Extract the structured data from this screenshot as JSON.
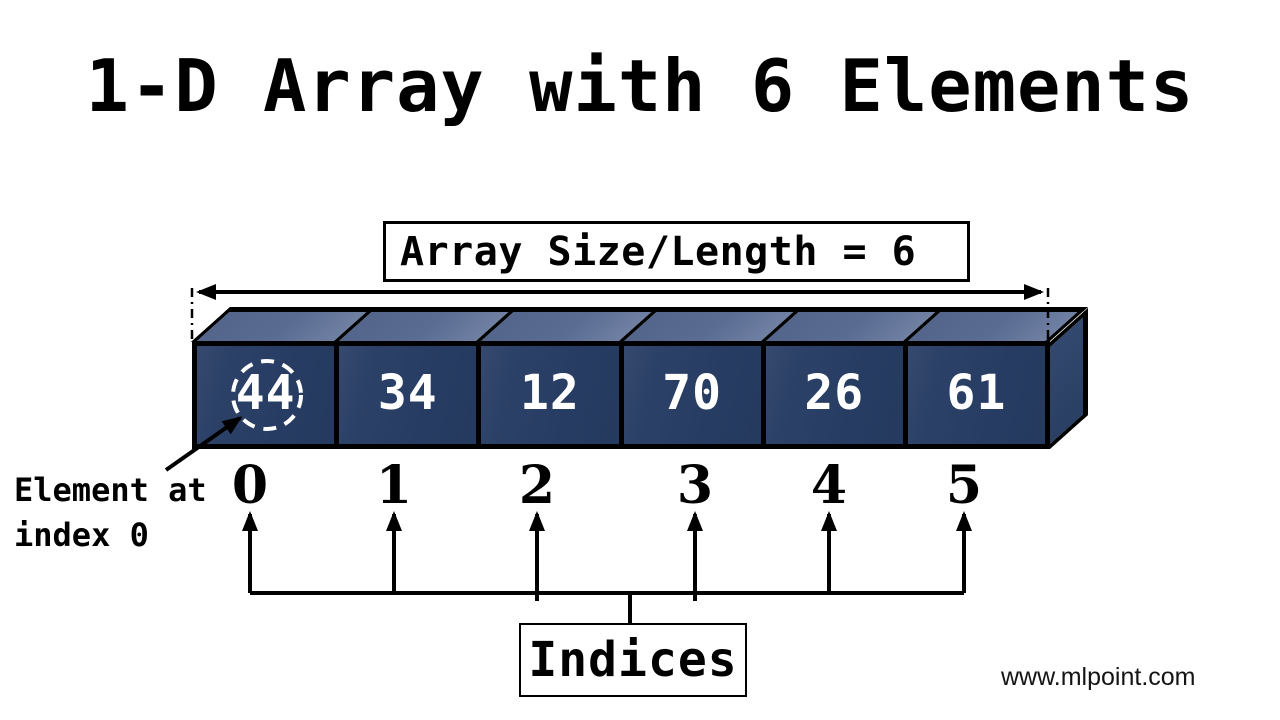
{
  "title": "1-D Array with 6 Elements",
  "size_box": {
    "label": "Array Size/Length = 6"
  },
  "array": {
    "values": [
      "44",
      "34",
      "12",
      "70",
      "26",
      "61"
    ],
    "indices": [
      "0",
      "1",
      "2",
      "3",
      "4",
      "5"
    ]
  },
  "labels": {
    "element_pointer_line1": "Element at",
    "element_pointer_line2": "index 0",
    "indices_box": "Indices",
    "watermark": "www.mlpoint.com"
  },
  "colors": {
    "cell_front": "#283D63",
    "cell_front_highlight": "#36496F",
    "cell_top": "#5A6C92",
    "cell_top_light": "#6F80A3",
    "cell_side": "#2E4368",
    "value_text": "#FFFFFF",
    "outline": "#000000",
    "highlight_circle": "#FFFFFF"
  }
}
